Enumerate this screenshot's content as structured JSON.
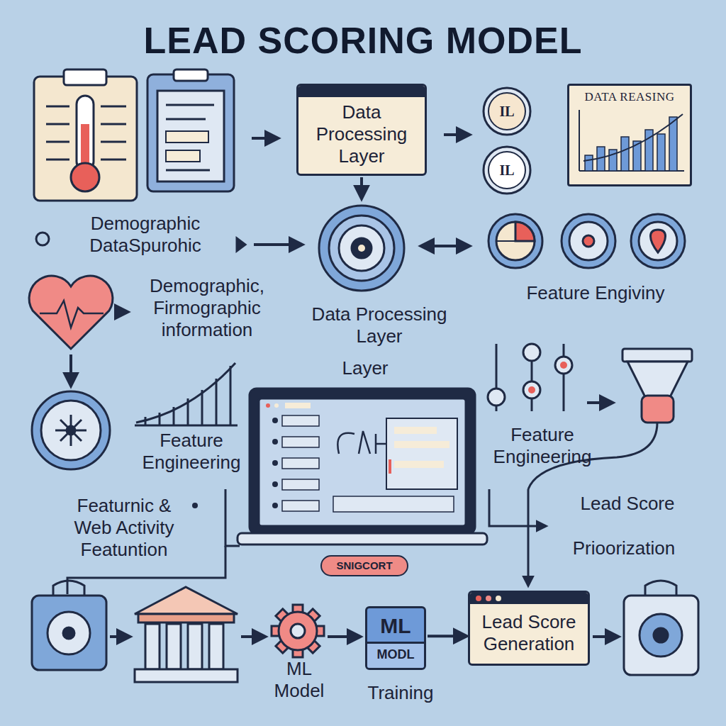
{
  "diagram": {
    "title": "LEAD SCORING MODEL",
    "nodes": [
      {
        "text": [
          "Data Processing Layer"
        ]
      },
      {
        "text": [
          "DATA REASING"
        ]
      },
      {
        "text": [
          "SNIGCORT"
        ]
      },
      {
        "text": [
          "ML",
          "MODL"
        ]
      },
      {
        "text": [
          "Lead Score Generation"
        ]
      }
    ],
    "edges": [
      {
        "from": 3,
        "to": 4,
        "arrow": "to"
      }
    ],
    "labels": [
      "IL",
      "IL",
      "Demographic DataSpurohic",
      "Demographic, Firmographic information",
      "Data Processing Layer",
      "Layer",
      "Feature Engiviny",
      "Feature Engineering",
      "Feature Engineering",
      "Featurnic & Web Activity Featuntion",
      "Lead Score",
      "Prioorization",
      "ML Model",
      "Training"
    ]
  }
}
